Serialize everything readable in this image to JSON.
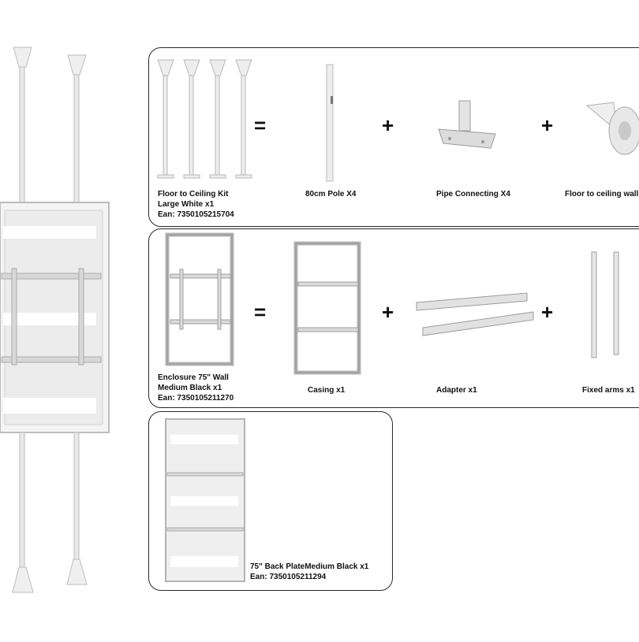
{
  "kit1": {
    "name_line1": "Floor to Ceiling Kit",
    "name_line2": "Large White x1",
    "ean": "Ean: 7350105215704",
    "parts": [
      "80cm Pole X4",
      "Pipe Connecting X4",
      "Floor to ceiling wall plate"
    ]
  },
  "kit2": {
    "name_line1": "Enclosure 75\" Wall",
    "name_line2": "Medium Black x1",
    "ean": "Ean: 7350105211270",
    "parts": [
      "Casing x1",
      "Adapter x1",
      "Fixed arms x1"
    ]
  },
  "kit3": {
    "name_line1": "75\" Back PlateMedium Black x1",
    "ean": "Ean: 7350105211294"
  },
  "symbols": {
    "equals": "=",
    "plus": "+"
  }
}
